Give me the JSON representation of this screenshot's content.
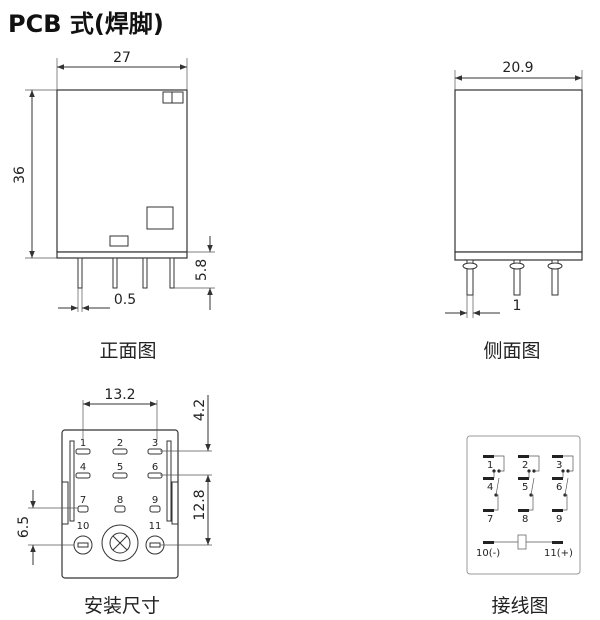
{
  "title": "PCB 式(焊脚)",
  "front_view": {
    "caption": "正面图",
    "width_dim": "27",
    "height_dim": "36",
    "pin_len_dim": "5.8",
    "pin_w_dim": "0.5"
  },
  "side_view": {
    "caption": "侧面图",
    "width_dim": "20.9",
    "pin_dim": "1"
  },
  "mount_view": {
    "caption": "安装尺寸",
    "dim_h": "13.2",
    "dim_top": "4.2",
    "dim_v": "12.8",
    "dim_left": "6.5",
    "pins": [
      "1",
      "2",
      "3",
      "4",
      "5",
      "6",
      "7",
      "8",
      "9",
      "10",
      "11"
    ]
  },
  "wiring_view": {
    "caption": "接线图",
    "pins": [
      "1",
      "2",
      "3",
      "4",
      "5",
      "6",
      "7",
      "8",
      "9"
    ],
    "coil_neg": "10(-)",
    "coil_pos": "11(+)"
  },
  "colors": {
    "line": "#333333",
    "background": "#ffffff"
  }
}
